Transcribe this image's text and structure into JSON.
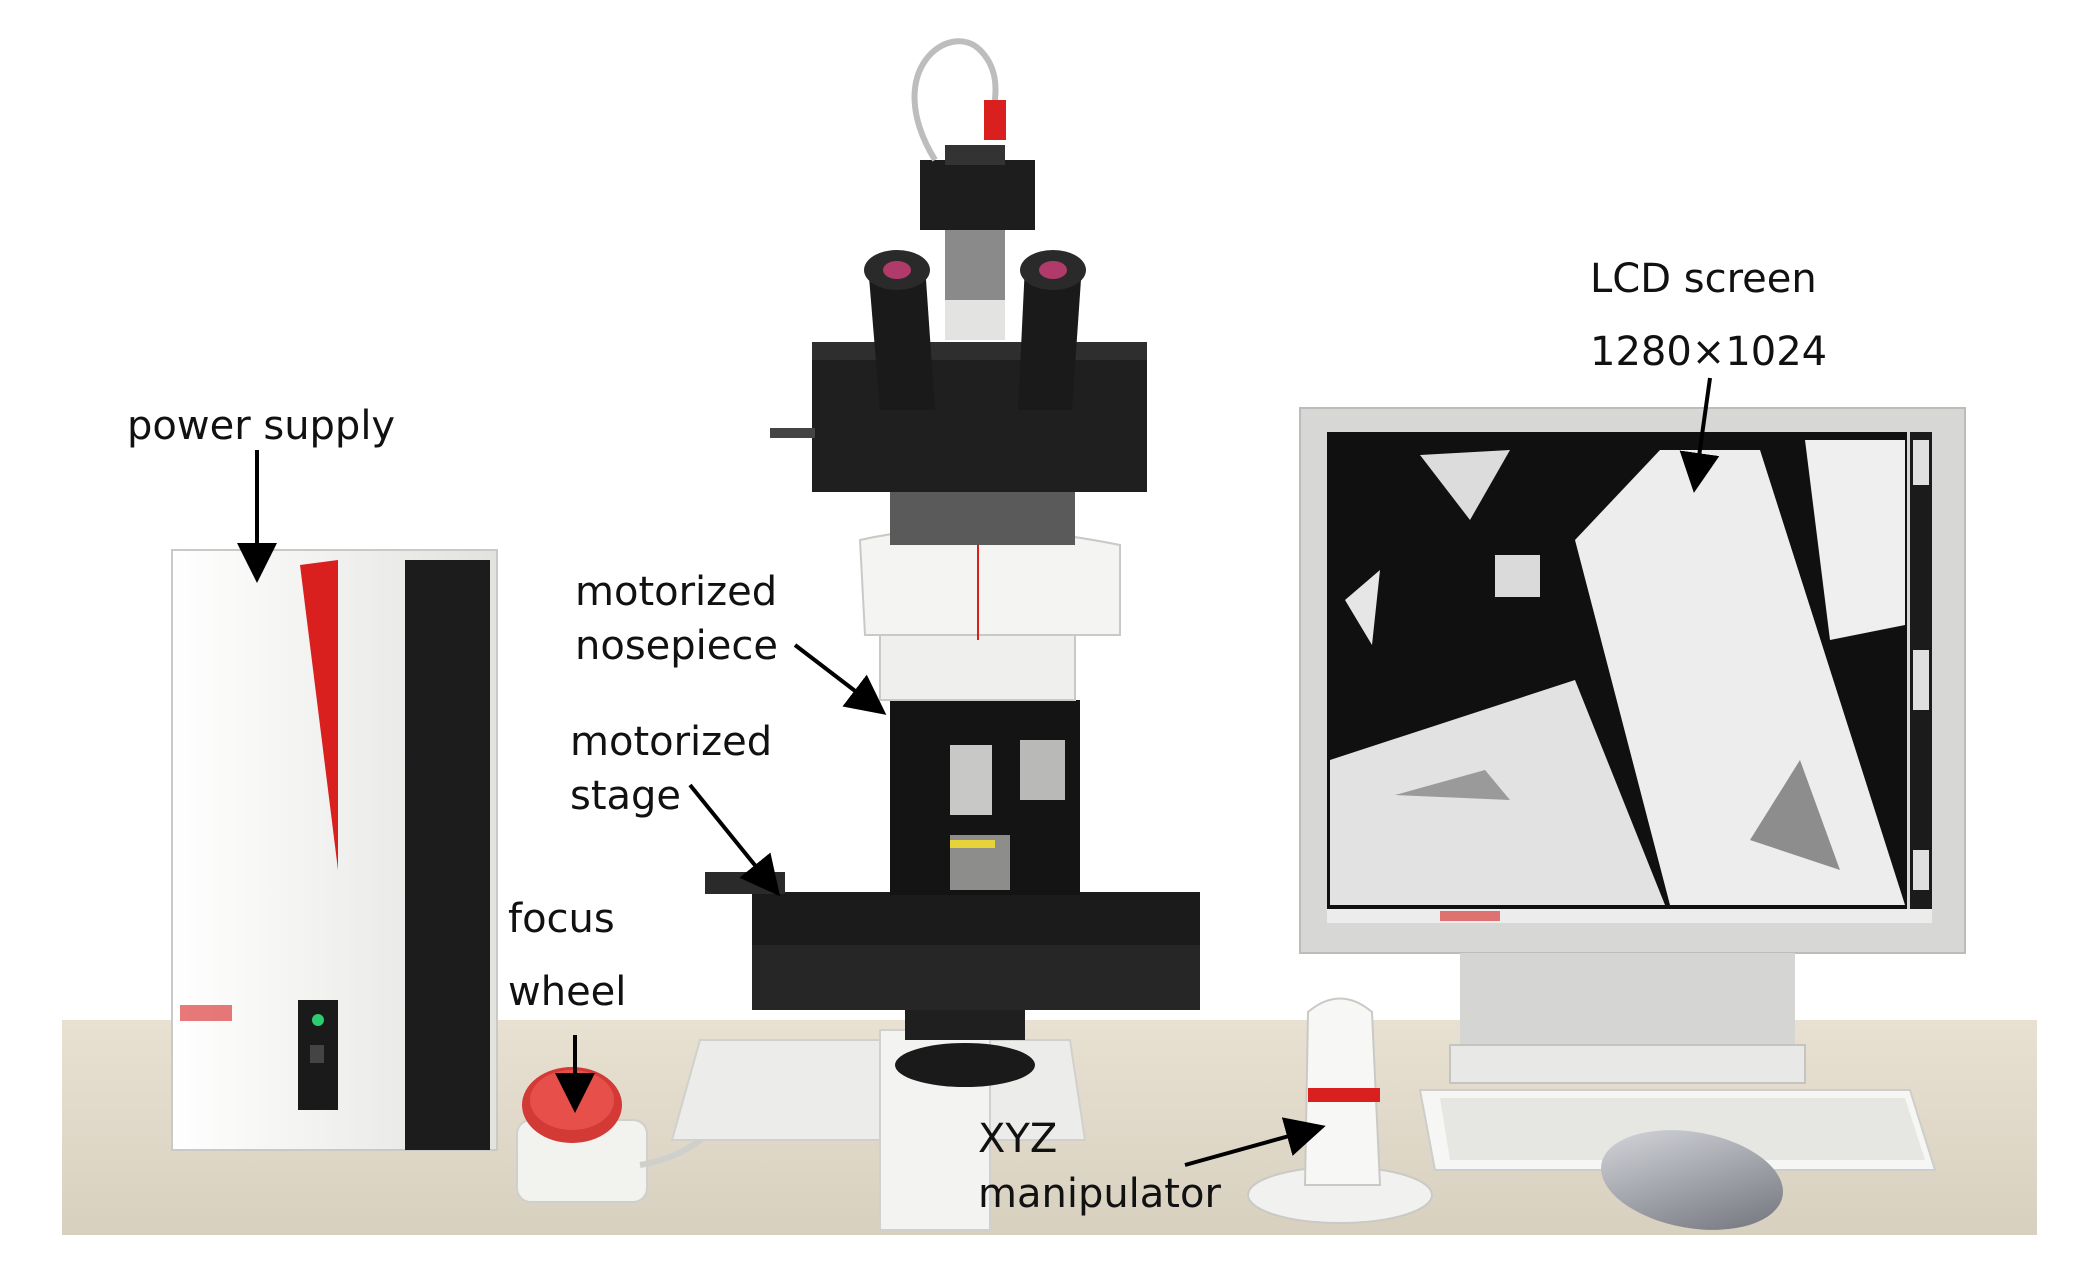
{
  "labels": {
    "power_supply": "power supply",
    "lcd_screen": "LCD screen",
    "lcd_resolution": "1280×1024",
    "nosepiece_line1": "motorized",
    "nosepiece_line2": "nosepiece",
    "stage_line1": "motorized",
    "stage_line2": "stage",
    "focus_line1": "focus",
    "focus_line2": "wheel",
    "xyz_line1": "XYZ",
    "xyz_line2": "manipulator"
  },
  "colors": {
    "background": "#ffffff",
    "table": "#e3dccd",
    "device_white": "#f1f1ef",
    "device_black": "#1a1a1a",
    "brand_red": "#d9201f",
    "screen_bezel": "#d7d7d5",
    "arrow": "#000000"
  }
}
